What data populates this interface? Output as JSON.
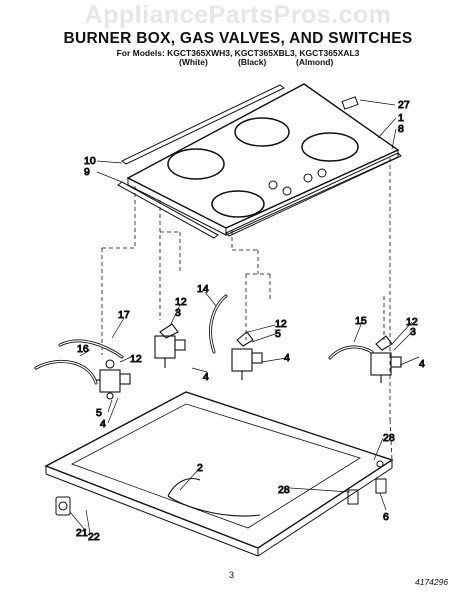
{
  "watermark": "AppliancePartsPros.com",
  "header": {
    "title": "BURNER BOX, GAS VALVES, AND SWITCHES",
    "models": "For Models: KGCT365XWH3, KGCT365XBL3, KGCT365XAL3",
    "colors": [
      "(White)",
      "(Black)",
      "(Almond)"
    ]
  },
  "callouts": [
    "27",
    "1",
    "8",
    "10",
    "9",
    "14",
    "12",
    "3",
    "12",
    "5",
    "12",
    "3",
    "17",
    "16",
    "12",
    "15",
    "4",
    "4",
    "4",
    "5",
    "4",
    "2",
    "28",
    "28",
    "21",
    "22",
    "6"
  ],
  "footer": {
    "page": "3",
    "doc_number": "4174296"
  }
}
